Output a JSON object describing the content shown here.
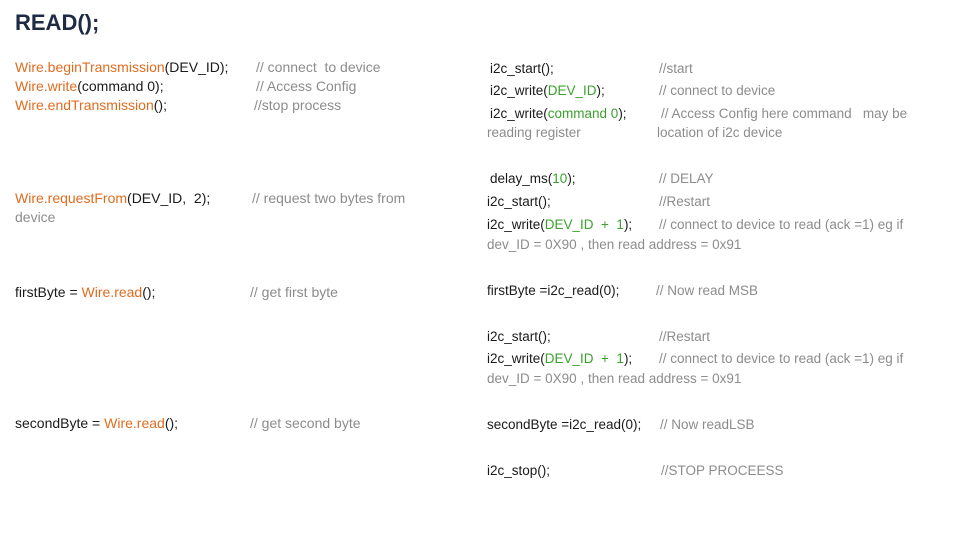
{
  "title": "READ();",
  "left": {
    "l1": {
      "a": "Wire.beginTransmission",
      "b": "(DEV_ID);",
      "c": "// connect  to device"
    },
    "l2": {
      "a": "Wire.write",
      "b": "(command 0);",
      "c": "// Access Config"
    },
    "l3": {
      "a": "Wire.endTransmission",
      "b": "();",
      "c": "//stop process"
    },
    "l4": {
      "a": "Wire.requestFrom",
      "b": "(DEV_ID,  2);",
      "c": "// request two bytes from",
      "d": "device"
    },
    "l5": {
      "a": "firstByte = ",
      "b": "Wire.read",
      "c": "();",
      "d": "// get first byte"
    },
    "l6": {
      "a": "secondByte = ",
      "b": "Wire.read",
      "c": "();",
      "d": "// get second byte"
    }
  },
  "right": {
    "r1": {
      "a": "i2c_start();",
      "c": "//start"
    },
    "r2": {
      "a": "i2c_write(",
      "g": "DEV_ID",
      "b": ");",
      "c": "// connect to device"
    },
    "r3": {
      "a": "i2c_write(",
      "g": "command 0",
      "b": ");",
      "c": "// Access Config here command   may be",
      "d1": "reading register",
      "d2": "location of i2c device"
    },
    "r4": {
      "a": "delay_ms(",
      "g": "10",
      "b": ");",
      "c": "// DELAY"
    },
    "r5": {
      "a": "i2c_start();",
      "c": "//Restart"
    },
    "r6": {
      "a": "i2c_write(",
      "g": "DEV_ID  +  1",
      "b": ");",
      "c": "// connect to device to read (ack =1) eg if",
      "d": "dev_ID = 0X90 , then read address = 0x91"
    },
    "r7": {
      "a": "firstByte =i2c_read(0);",
      "c": "// Now read MSB"
    },
    "r8": {
      "a": "i2c_start();",
      "c": "//Restart"
    },
    "r9": {
      "a": "i2c_write(",
      "g": "DEV_ID  +  1",
      "b": ");",
      "c": "// connect to device to read (ack =1) eg if",
      "d": "dev_ID = 0X90 , then read address = 0x91"
    },
    "r10": {
      "a": "secondByte =i2c_read(0);",
      "c": "// Now readLSB"
    },
    "r11": {
      "a": "i2c_stop();",
      "c": "//STOP PROCEESS"
    }
  }
}
